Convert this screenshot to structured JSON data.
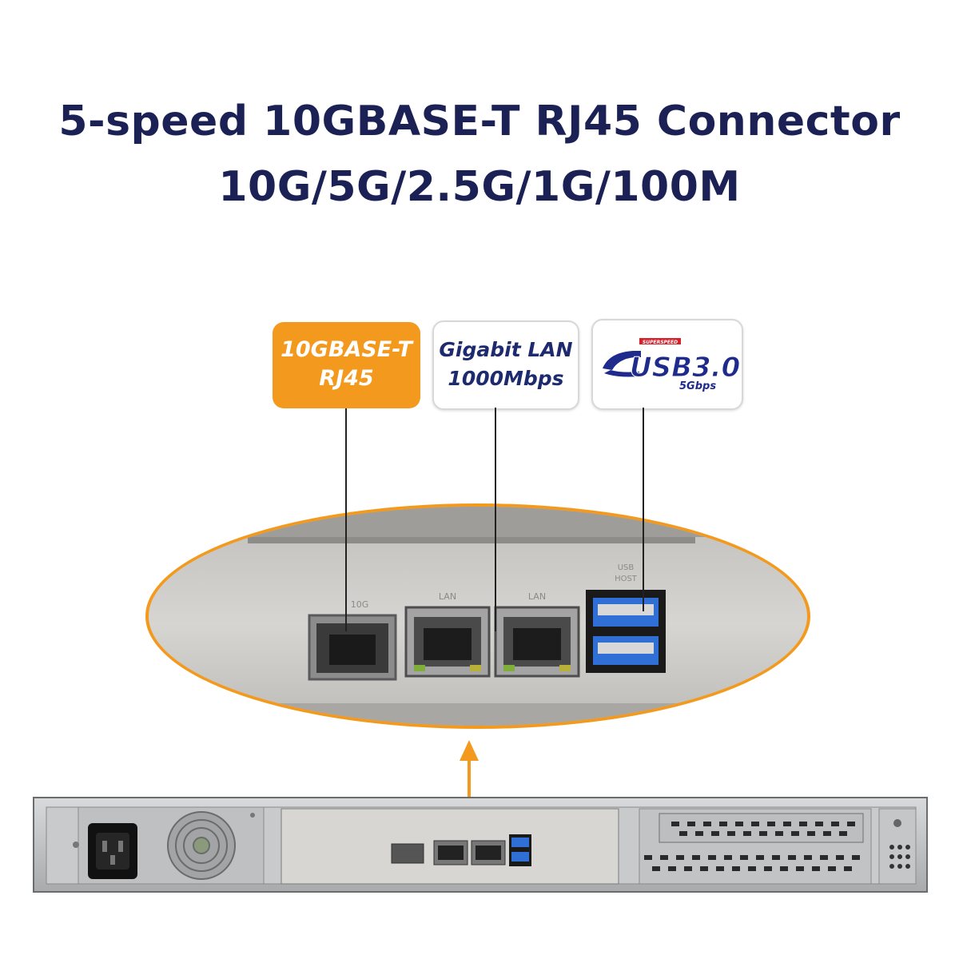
{
  "headline": {
    "line1": "5-speed 10GBASE-T RJ45 Connector",
    "line2": "10G/5G/2.5G/1G/100M"
  },
  "badges": {
    "tenG": {
      "line1": "10GBASE-T",
      "line2": "RJ45"
    },
    "gigabit": {
      "line1": "Gigabit LAN",
      "line2": "1000Mbps"
    },
    "usb": {
      "logo": "USB3.0",
      "speed": "5Gbps",
      "logo_top": "SUPERSPEED"
    }
  },
  "panel_labels": {
    "lan1": "LAN",
    "lan2": "LAN",
    "usb": "USB",
    "host": "HOST",
    "tenG": "10G"
  },
  "colors": {
    "headline": "#1b2154",
    "accent_orange": "#f39a1e",
    "usb_blue": "#1e2a8c",
    "usb_red": "#d6202a"
  }
}
